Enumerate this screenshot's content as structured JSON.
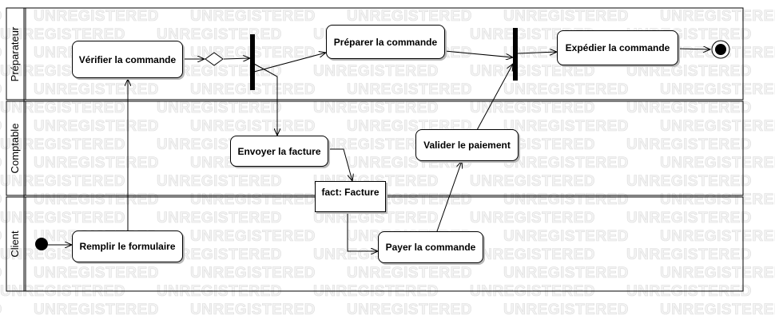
{
  "watermark": "UNREGISTERED",
  "swimlanes": [
    {
      "id": "preparateur",
      "label": "Préparateur"
    },
    {
      "id": "comptable",
      "label": "Comptable"
    },
    {
      "id": "client",
      "label": "Client"
    }
  ],
  "actions": {
    "verifier": "Vérifier la commande",
    "preparer": "Préparer la commande",
    "expedier": "Expédier la commande",
    "envoyer": "Envoyer la facture",
    "valider": "Valider le paiement",
    "remplir": "Remplir le formulaire",
    "payer": "Payer la commande"
  },
  "object_node": {
    "label": "fact: Facture"
  }
}
